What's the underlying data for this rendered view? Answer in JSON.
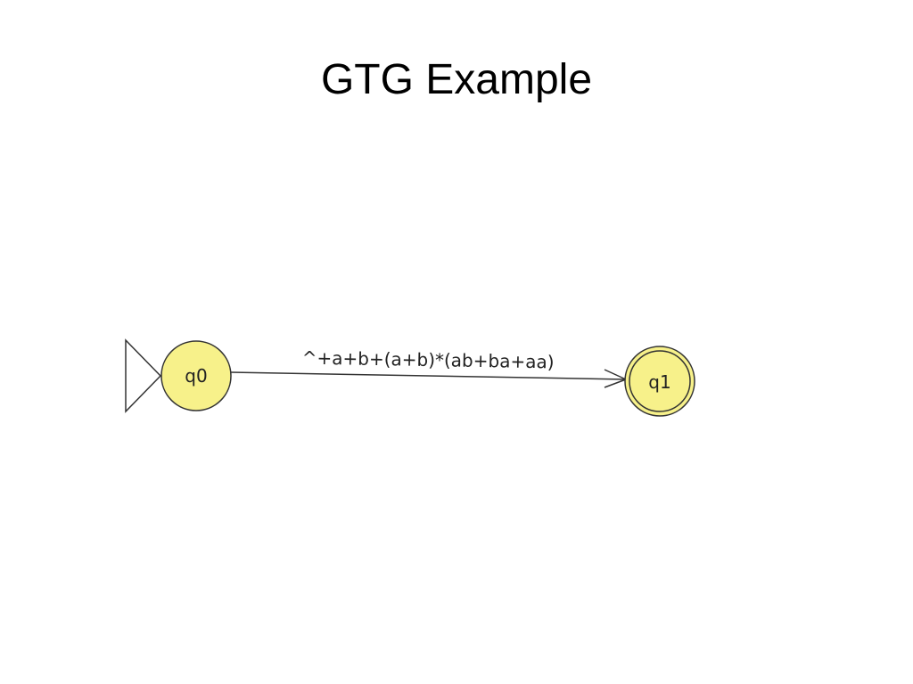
{
  "slide": {
    "title": "GTG Example"
  },
  "diagram": {
    "colors": {
      "state_fill": "#f7f18a",
      "stroke": "#333333"
    },
    "states": [
      {
        "id": "q0",
        "label": "q0",
        "initial": true,
        "final": false
      },
      {
        "id": "q1",
        "label": "q1",
        "initial": false,
        "final": true
      }
    ],
    "transitions": [
      {
        "from": "q0",
        "to": "q1",
        "label": "^+a+b+(a+b)*(ab+ba+aa)"
      }
    ]
  }
}
